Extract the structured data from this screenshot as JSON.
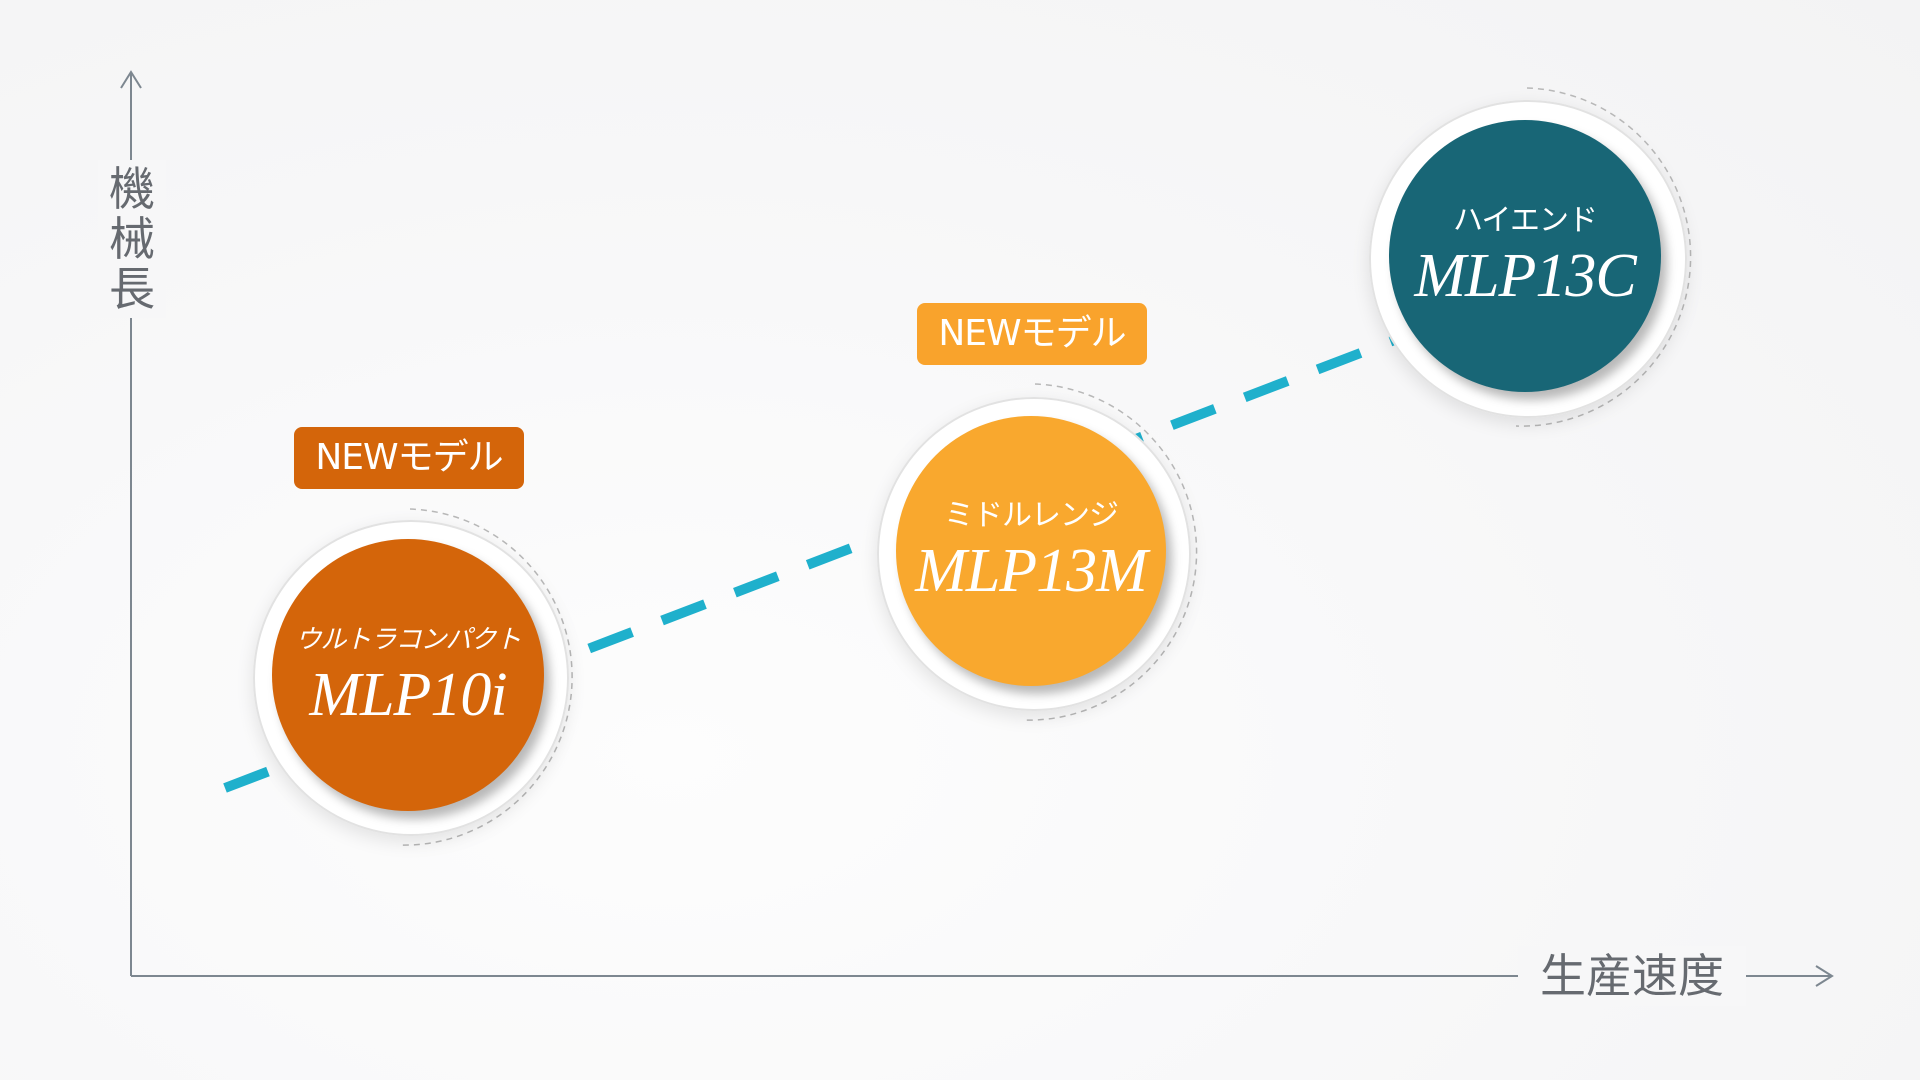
{
  "axes": {
    "y_label": "機械長",
    "x_label": "生産速度"
  },
  "colors": {
    "trend_line": "#1fb0cc",
    "axis": "#7d8790",
    "ultracompact": "#d4650a",
    "midrange": "#f9a82e",
    "highend": "#186676"
  },
  "models": [
    {
      "badge": "NEWモデル",
      "category": "ウルトラコンパクト",
      "name": "MLP10i"
    },
    {
      "badge": "NEWモデル",
      "category": "ミドルレンジ",
      "name": "MLP13M"
    },
    {
      "badge": "",
      "category": "ハイエンド",
      "name": "MLP13C"
    }
  ]
}
